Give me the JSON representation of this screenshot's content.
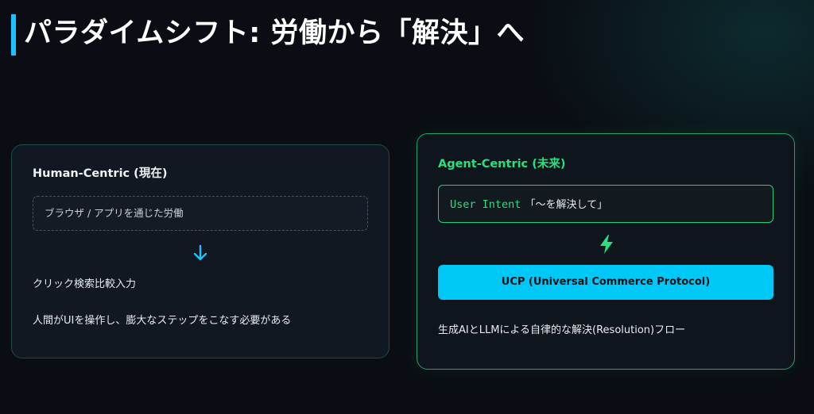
{
  "header": {
    "title": "パラダイムシフト: 労働から「解決」へ",
    "accent_color": "#19c3ff"
  },
  "left_card": {
    "title": "Human-Centric (現在)",
    "box_text": "ブラウザ / アプリを通じた労働",
    "arrow_icon": "arrow-down-icon",
    "arrow_color": "#19c3ff",
    "steps_text": "クリック検索比較入力",
    "description": "人間がUIを操作し、膨大なステップをこなす必要がある"
  },
  "right_card": {
    "title": "Agent-Centric (未来)",
    "intent_label": "User Intent",
    "intent_text": "「〜を解決して」",
    "bolt_icon": "lightning-bolt-icon",
    "accent_color": "#27e07e",
    "button_label": "UCP (Universal Commerce Protocol)",
    "button_color": "#00c8f6",
    "description": "生成AIとLLMによる自律的な解決(Resolution)フロー"
  }
}
